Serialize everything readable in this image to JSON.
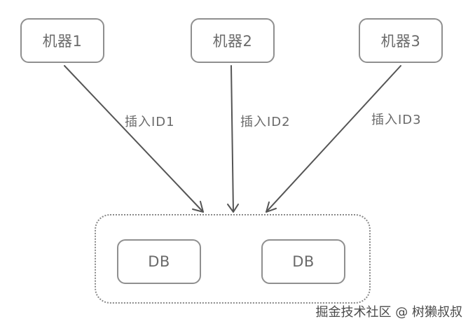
{
  "machines": [
    {
      "label": "机器1"
    },
    {
      "label": "机器2"
    },
    {
      "label": "机器3"
    }
  ],
  "edges": [
    {
      "label": "插入ID1"
    },
    {
      "label": "插入ID2"
    },
    {
      "label": "插入ID3"
    }
  ],
  "databases": [
    {
      "label": "DB"
    },
    {
      "label": "DB"
    }
  ],
  "watermark": "掘金技术社区 @ 树獭叔叔",
  "colors": {
    "stroke": "#8f8f8f",
    "arrow": "#555555",
    "text": "#6a6a6a",
    "background": "#ffffff"
  }
}
